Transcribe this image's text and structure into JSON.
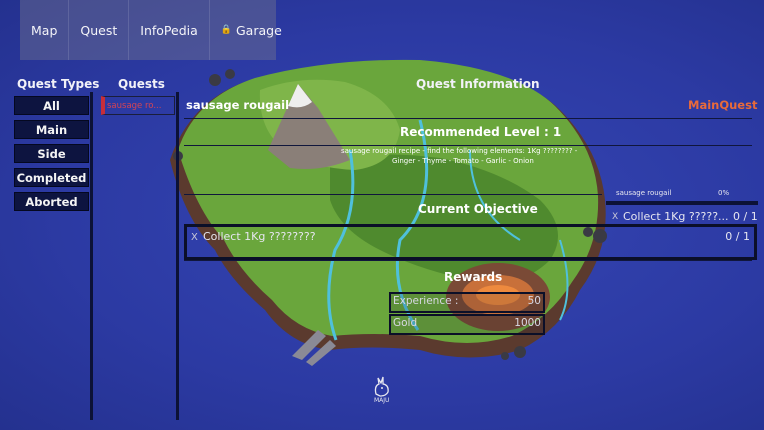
{
  "nav": {
    "items": [
      "Map",
      "Quest",
      "InfoPedia"
    ],
    "garage": "Garage",
    "garage_icon": "lock-icon"
  },
  "quest_types": {
    "title": "Quest Types",
    "buttons": [
      "All",
      "Main",
      "Side",
      "Completed",
      "Aborted"
    ]
  },
  "quests": {
    "title": "Quests",
    "items": [
      "sausage ro..."
    ]
  },
  "info": {
    "title": "Quest Information",
    "quest_name": "sausage rougail",
    "quest_type": "MainQuest",
    "recommended_level": "Recommended Level : 1",
    "description_line1": "sausage rougail recipe - find the following elements: 1Kg ???????? -",
    "description_line2": "Ginger - Thyme - Tomato - Garlic - Onion",
    "current_objective_title": "Current Objective",
    "objective_marker": "X",
    "objective_text": "Collect 1Kg ????????",
    "objective_count": "0 / 1",
    "rewards_title": "Rewards",
    "experience_label": "Experience :",
    "experience_value": "50",
    "gold_label": "Gold",
    "gold_value": "1000"
  },
  "tracker": {
    "name": "sausage rougail",
    "percent": "0%",
    "progress": 0,
    "marker": "X",
    "objective": "Collect 1Kg ?????...",
    "count": "0 / 1"
  },
  "logo": {
    "text": "MAJU",
    "icon": "rabbit-logo-icon"
  },
  "colors": {
    "sea": "#2c3aa3",
    "quest_type_accent": "#e86a3a",
    "selected_quest": "#c62e3a",
    "button_bg": "#0d1440"
  }
}
